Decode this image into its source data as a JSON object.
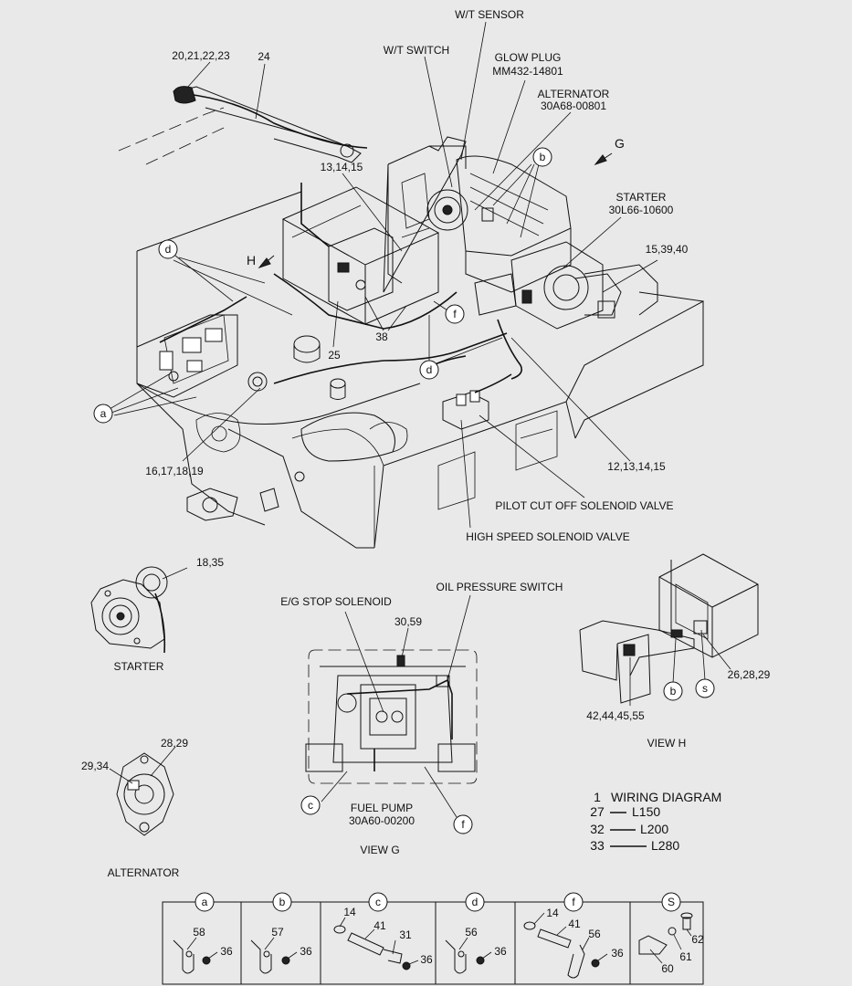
{
  "labels": {
    "wt_sensor": "W/T SENSOR",
    "wt_switch": "W/T SWITCH",
    "glow_plug": "GLOW PLUG",
    "glow_plug_pn": "MM432-14801",
    "alternator_top": "ALTERNATOR",
    "alternator_pn": "30A68-00801",
    "starter_top": "STARTER",
    "starter_pn": "30L66-10600",
    "pilot_valve": "PILOT CUT OFF SOLENOID VALVE",
    "high_speed_valve": "HIGH SPEED SOLENOID VALVE",
    "starter_view": "STARTER",
    "alternator_view": "ALTERNATOR",
    "eg_stop": "E/G STOP SOLENOID",
    "oil_pressure": "OIL PRESSURE SWITCH",
    "fuel_pump": "FUEL PUMP",
    "fuel_pump_pn": "30A60-00200",
    "view_g": "VIEW  G",
    "view_h": "VIEW  H",
    "arrow_g": "G",
    "arrow_h": "H"
  },
  "part_numbers": {
    "p20_23": "20,21,22,23",
    "p24": "24",
    "p13_15": "13,14,15",
    "p15_39_40": "15,39,40",
    "p25": "25",
    "p38": "38",
    "p16_19": "16,17,18,19",
    "p12_15": "12,13,14,15",
    "p18_35": "18,35",
    "p28_29": "28,29",
    "p29_34": "29,34",
    "p30_59": "30,59",
    "p26_29": "26,28,29",
    "p42_55": "42,44,45,55"
  },
  "bubbles": {
    "a": "a",
    "b": "b",
    "c": "c",
    "d": "d",
    "f": "f",
    "s": "s"
  },
  "wiring": {
    "title_num": "1",
    "title": "WIRING DIAGRAM",
    "rows": [
      {
        "num": "27",
        "len": "L150"
      },
      {
        "num": "32",
        "len": "L200"
      },
      {
        "num": "33",
        "len": "L280"
      }
    ]
  },
  "details": [
    {
      "letter": "a",
      "parts": [
        "58",
        "36"
      ]
    },
    {
      "letter": "b",
      "parts": [
        "57",
        "36"
      ]
    },
    {
      "letter": "c",
      "parts": [
        "14",
        "41",
        "31",
        "36"
      ]
    },
    {
      "letter": "d",
      "parts": [
        "56",
        "36"
      ]
    },
    {
      "letter": "f",
      "parts": [
        "14",
        "41",
        "56",
        "36"
      ]
    },
    {
      "letter": "S",
      "parts": [
        "62",
        "61",
        "60"
      ]
    }
  ]
}
